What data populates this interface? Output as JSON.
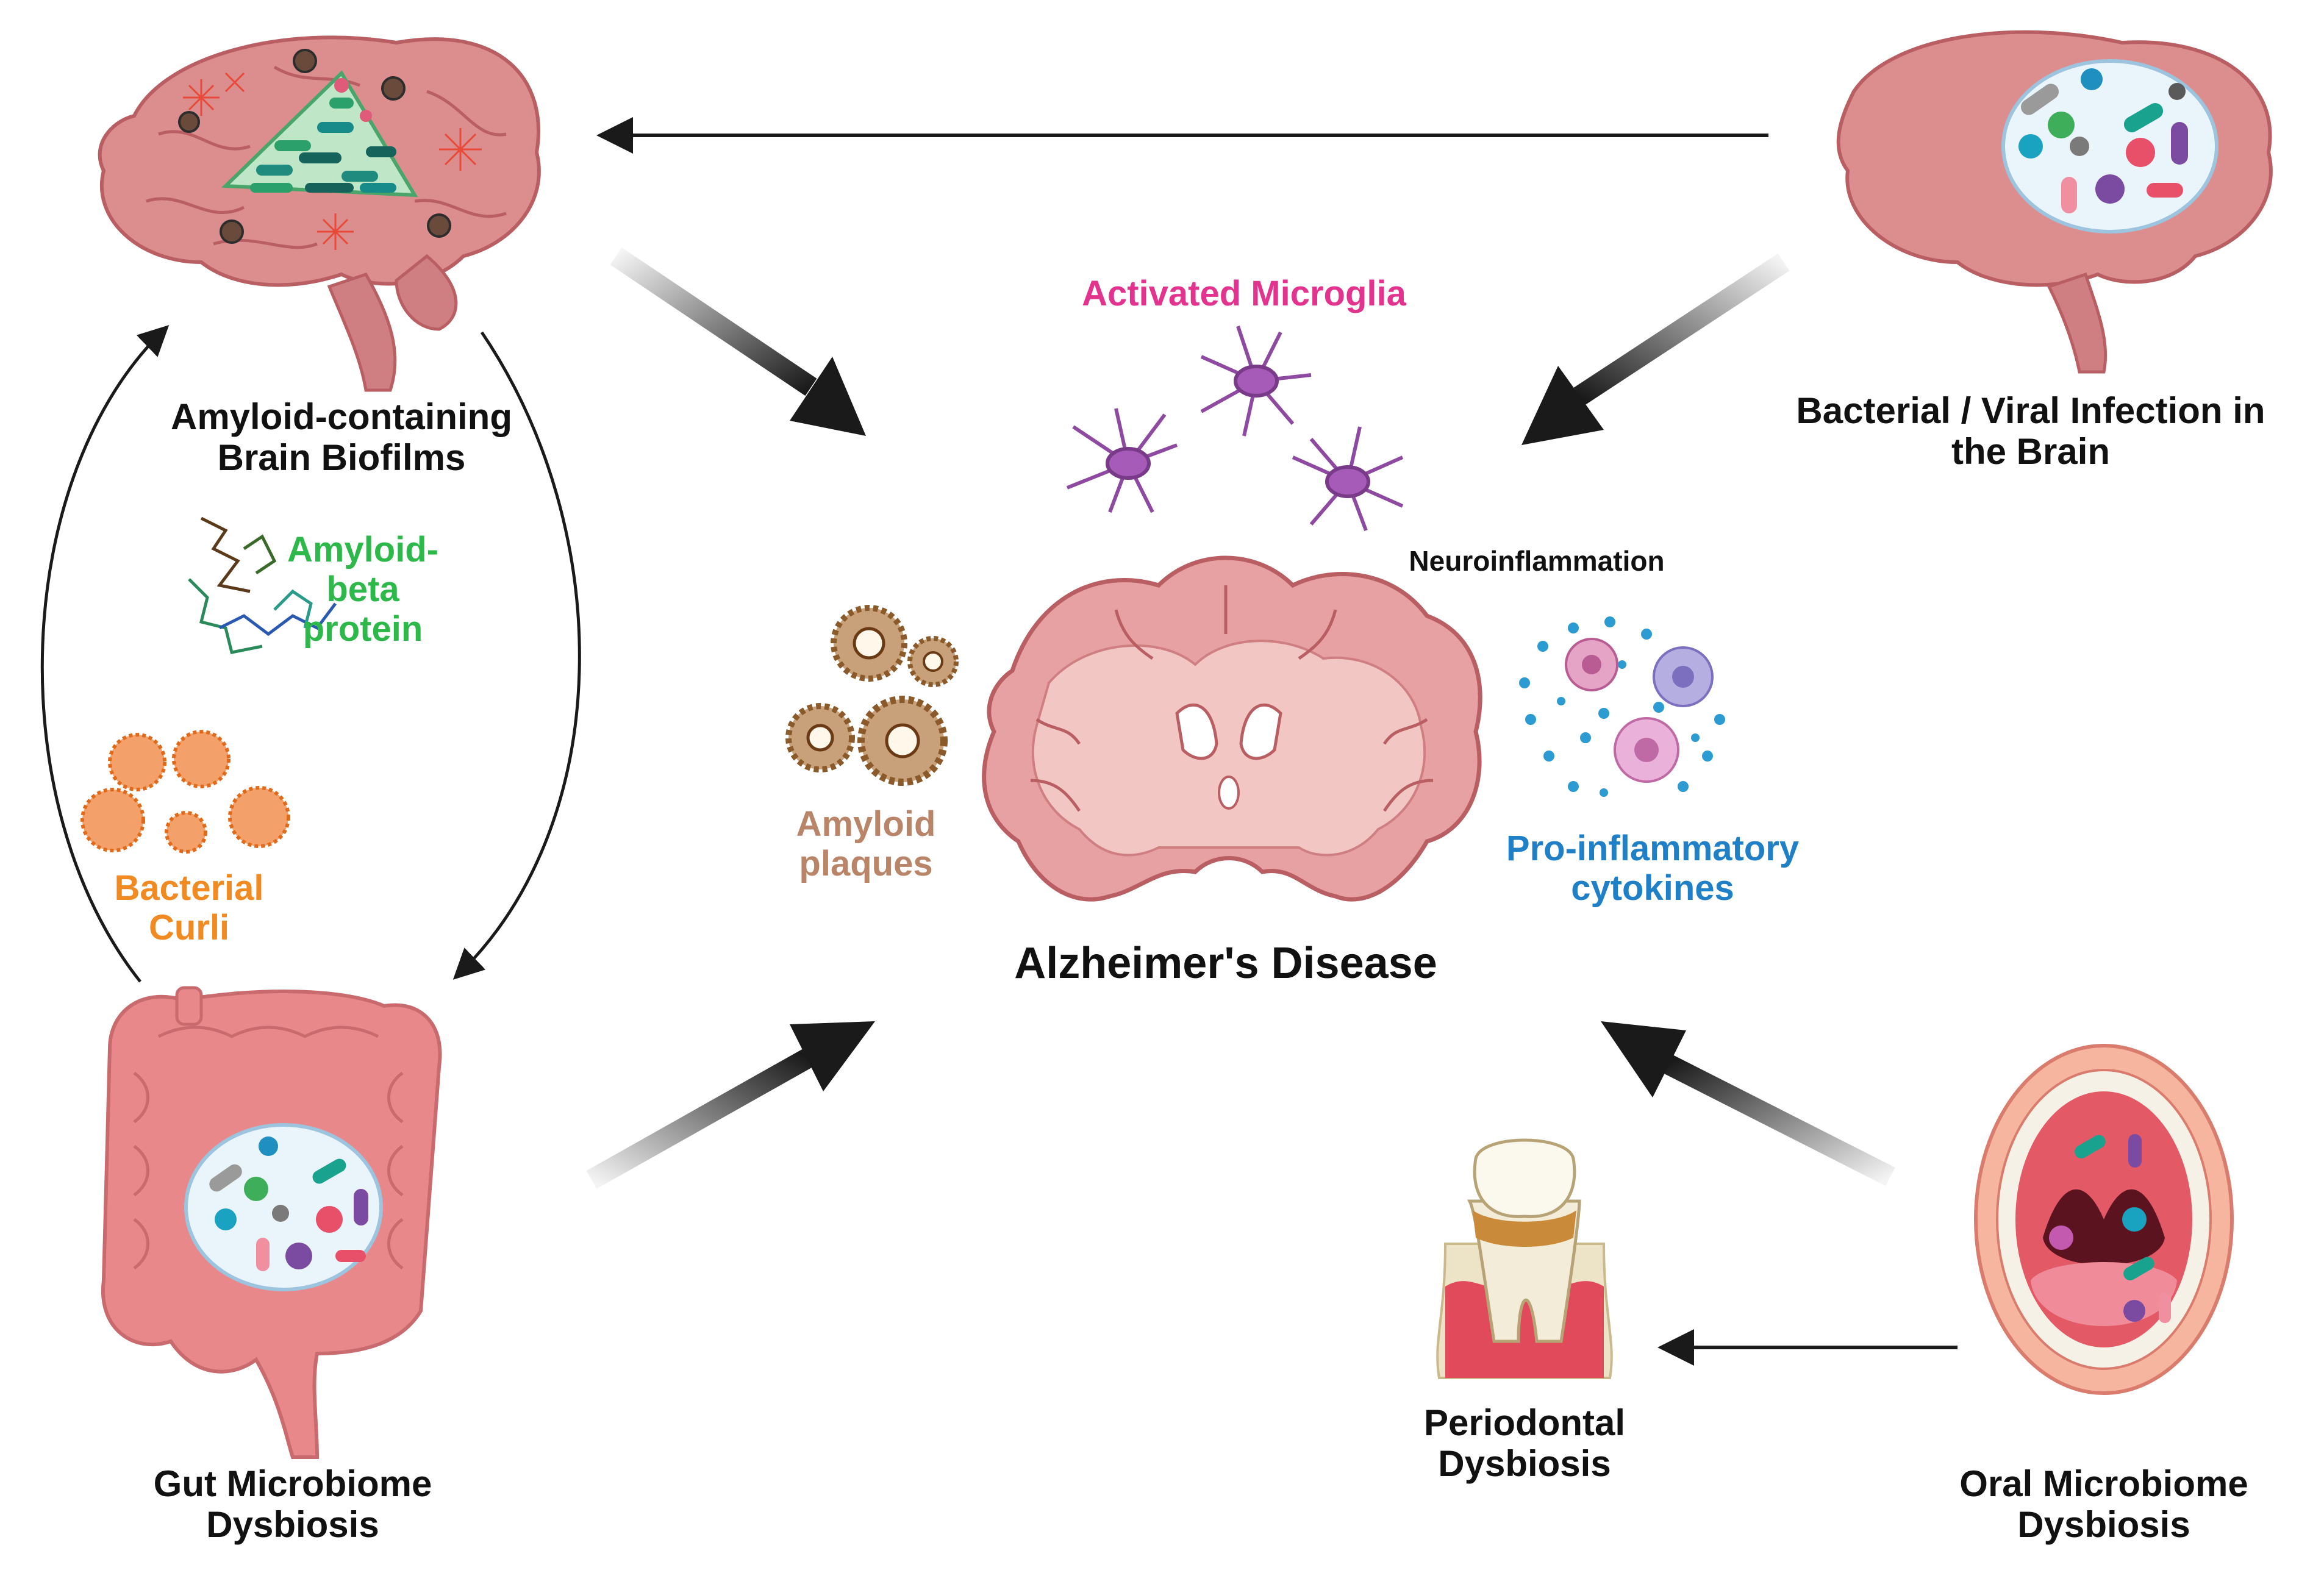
{
  "labels": {
    "brain_biofilms": "Amyloid-containing\nBrain Biofilms",
    "amyloid_beta": "Amyloid-\nbeta\nprotein",
    "bacterial_curli": "Bacterial\nCurli",
    "gut_dysbiosis": "Gut Microbiome\nDysbiosis",
    "activated_microglia": "Activated Microglia",
    "neuroinflammation": "Neuroinflammation",
    "amyloid_plaques": "Amyloid\nplaques",
    "cytokines": "Pro-inflammatory\ncytokines",
    "alzheimers": "Alzheimer's Disease",
    "brain_infection": "Bacterial / Viral Infection in\nthe Brain",
    "periodontal": "Periodontal\nDysbiosis",
    "oral_dysbiosis": "Oral Microbiome\nDysbiosis"
  },
  "colors": {
    "text": "#111111",
    "amyloid_beta": "#2db84a",
    "curli": "#f28a22",
    "microglia": "#e2338f",
    "plaques": "#b98569",
    "cytokines": "#1f7fc7",
    "brain": "#dc8e8e",
    "brain_dark": "#b95f63",
    "gut": "#e8888a",
    "arrow": "#1a1a1a"
  },
  "icons": [
    "brain-biofilm-icon",
    "infected-brain-icon",
    "gut-icon",
    "mouth-icon",
    "tooth-icon",
    "microglia-icon",
    "plaque-icon",
    "cytokine-icon",
    "amyloid-beta-icon",
    "curli-icon",
    "coronal-brain-icon"
  ]
}
